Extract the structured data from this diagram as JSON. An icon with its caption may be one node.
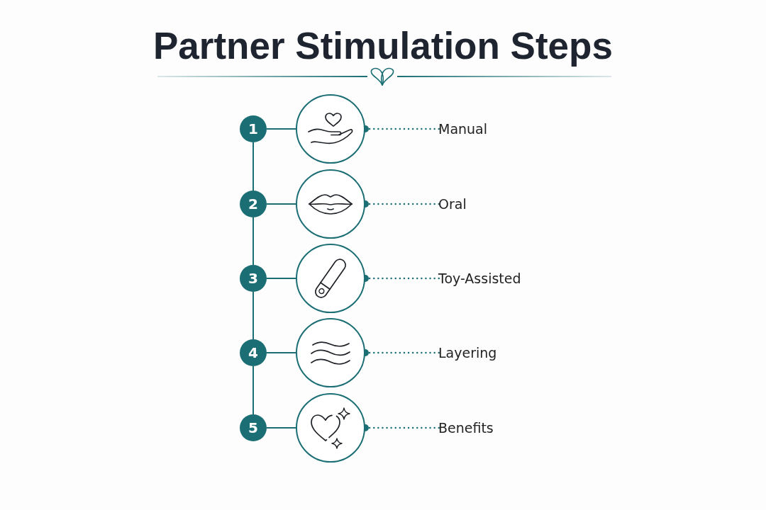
{
  "diagram": {
    "title": "Partner Stimulation Steps",
    "nodes": [
      {
        "text": [
          "1"
        ]
      },
      {
        "text": [],
        "shape": "circle"
      },
      {
        "text": [
          "Manual"
        ]
      },
      {
        "text": [
          "2"
        ]
      },
      {
        "text": [],
        "shape": "circle"
      },
      {
        "text": [
          "Oral"
        ]
      },
      {
        "text": [
          "3"
        ]
      },
      {
        "text": [],
        "shape": "circle"
      },
      {
        "text": [
          "Toy-Assisted"
        ]
      },
      {
        "text": [
          "4"
        ]
      },
      {
        "text": [],
        "shape": "circle"
      },
      {
        "text": [
          "Layering"
        ]
      },
      {
        "text": [
          "5"
        ]
      },
      {
        "text": [],
        "shape": "circle"
      },
      {
        "text": [
          "Benefits"
        ]
      }
    ],
    "edges": [
      {
        "from": 0,
        "to": 1,
        "arrow": "none"
      },
      {
        "from": 1,
        "to": 2,
        "arrow": "other",
        "style": "dashed"
      },
      {
        "from": 0,
        "to": 3,
        "arrow": "none"
      },
      {
        "from": 3,
        "to": 4,
        "arrow": "none"
      },
      {
        "from": 4,
        "to": 5,
        "arrow": "other",
        "style": "dashed"
      },
      {
        "from": 3,
        "to": 6,
        "arrow": "none"
      },
      {
        "from": 6,
        "to": 7,
        "arrow": "none"
      },
      {
        "from": 7,
        "to": 8,
        "arrow": "other",
        "style": "dashed"
      },
      {
        "from": 6,
        "to": 9,
        "arrow": "none"
      },
      {
        "from": 9,
        "to": 10,
        "arrow": "none"
      },
      {
        "from": 10,
        "to": 11,
        "arrow": "other",
        "style": "dashed"
      },
      {
        "from": 9,
        "to": 12,
        "arrow": "none"
      },
      {
        "from": 12,
        "to": 13,
        "arrow": "none"
      },
      {
        "from": 13,
        "to": 14,
        "arrow": "other",
        "style": "dashed"
      }
    ]
  }
}
